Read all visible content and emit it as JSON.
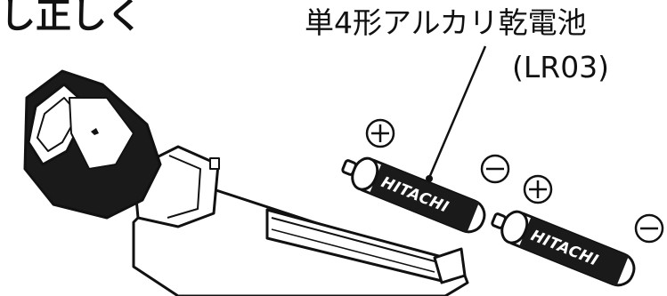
{
  "heading": "し正しく",
  "battery_label": {
    "line1": "単4形アルカリ乾電池",
    "line2": "(LR03)"
  },
  "battery_brand": "HITACHI",
  "polarity": {
    "plus": "+",
    "minus": "−"
  },
  "icons": [
    "flashlight-body-icon",
    "battery-icon",
    "plus-terminal-icon",
    "minus-terminal-icon"
  ],
  "colors": {
    "ink": "#111111",
    "paper": "#ffffff"
  }
}
